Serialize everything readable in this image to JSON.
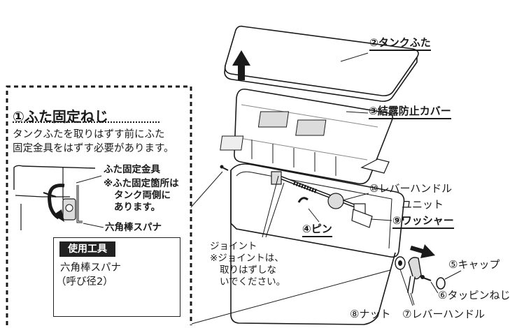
{
  "section": {
    "title": "①ふた固定ねじ",
    "description": [
      "タンクふたを取りはずす前にふた",
      "固定金具をはずす必要があります。"
    ],
    "bracket_label": "ふた固定金具",
    "bracket_note": [
      "※ふた固定箇所は",
      "タンク両側に",
      "あります。"
    ],
    "wrench_label": "六角棒スパナ",
    "tools": {
      "header": "使用工具",
      "item_lines": [
        "六角棒スパナ",
        "（呼び径2）"
      ]
    }
  },
  "parts": {
    "tank_lid": "②タンクふた",
    "condensation_cover": "③結露防止カバー",
    "pin": "④ピン",
    "cap": "⑤キャップ",
    "tapping_screw": "⑥タッピンねじ",
    "lever_handle": "⑦レバーハンドル",
    "nut": "⑧ナット",
    "washer": "⑨ワッシャー",
    "lever_unit": [
      "⑩レバーハンドル",
      "ユニット"
    ]
  },
  "joint_note": [
    "ジョイント",
    "※ジョイントは、",
    "取りはずしな",
    "いでください。"
  ],
  "icons": [
    "up-arrow-icon",
    "right-arrow-icon",
    "hex-wrench-icon",
    "rotation-arrow-icon"
  ],
  "colors": {
    "line": "#1a1a1a",
    "fill": "#ffffff",
    "shade": "#dcdcdc"
  }
}
